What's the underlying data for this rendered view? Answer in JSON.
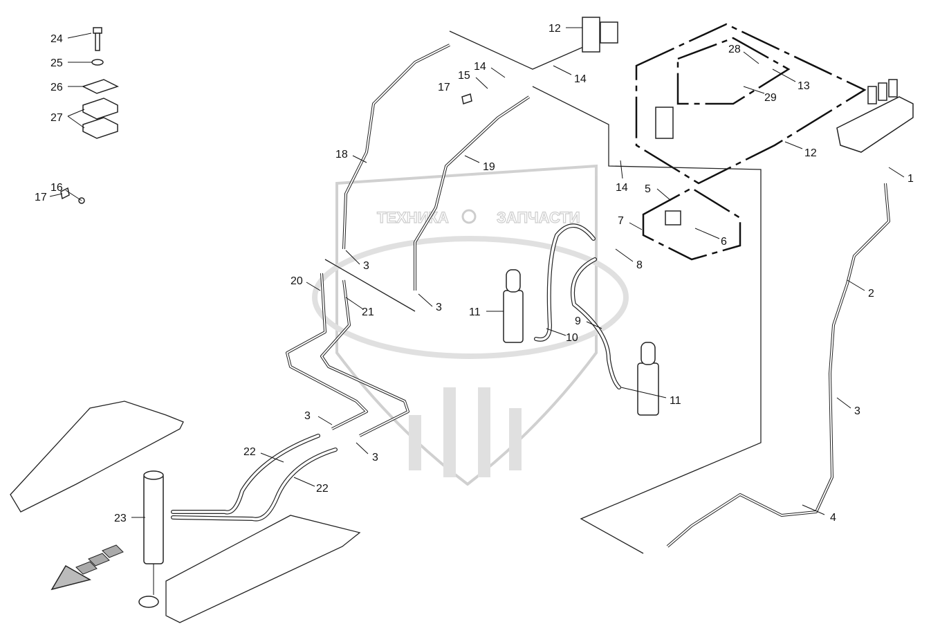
{
  "watermark": {
    "text_left": "ТЕХНИКА",
    "text_right": "ЗАПЧАСТИ",
    "logo": "эпф"
  },
  "callouts": {
    "c24": "24",
    "c25": "25",
    "c26": "26",
    "c27": "27",
    "c16": "16",
    "c17a": "17",
    "c12a": "12",
    "c14a": "14",
    "c14b": "14",
    "c15": "15",
    "c17b": "17",
    "c28": "28",
    "c13": "13",
    "c29": "29",
    "c12b": "12",
    "c18": "18",
    "c19": "19",
    "c14c": "14",
    "c5": "5",
    "c7": "7",
    "c6": "6",
    "c8": "8",
    "c1": "1",
    "c2": "2",
    "c3a": "3",
    "c3b": "3",
    "c20": "20",
    "c21": "21",
    "c11a": "11",
    "c10": "10",
    "c9": "9",
    "c11b": "11",
    "c3c": "3",
    "c3d": "3",
    "c3e": "3",
    "c22a": "22",
    "c22b": "22",
    "c23": "23",
    "c4": "4"
  }
}
